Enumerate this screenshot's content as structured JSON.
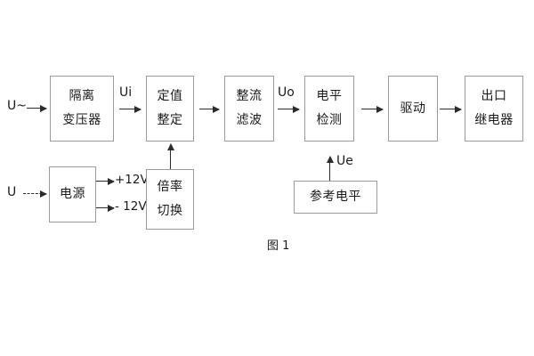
{
  "figure": {
    "caption": "图 1",
    "blocks": [
      {
        "id": "isolation-transformer",
        "lines": [
          "隔离",
          "变压器"
        ]
      },
      {
        "id": "setting-value",
        "lines": [
          "定值",
          "整定"
        ]
      },
      {
        "id": "rectify-filter",
        "lines": [
          "整流",
          "滤波"
        ]
      },
      {
        "id": "level-detect",
        "lines": [
          "电平",
          "检测"
        ]
      },
      {
        "id": "drive",
        "lines": [
          "驱动"
        ]
      },
      {
        "id": "output-relay",
        "lines": [
          "出口",
          "继电器"
        ]
      },
      {
        "id": "power-supply",
        "lines": [
          "电源"
        ]
      },
      {
        "id": "multiplier-switch",
        "lines": [
          "倍率",
          "切换"
        ]
      },
      {
        "id": "reference-level",
        "lines": [
          "参考电平"
        ]
      }
    ],
    "signals": {
      "ac_input": "U~",
      "dc_input": "U",
      "ui": "Ui",
      "uo": "Uo",
      "ue": "Ue",
      "rail_positive": "+12V",
      "rail_negative": "- 12V"
    }
  }
}
